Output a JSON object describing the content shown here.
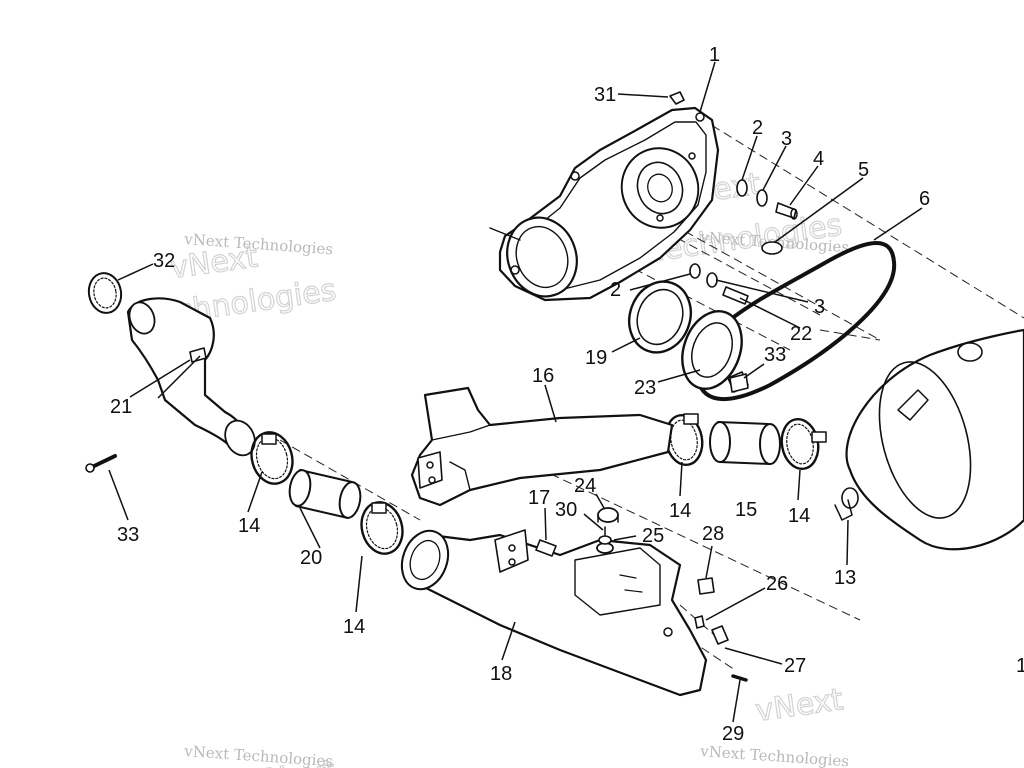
{
  "watermark": {
    "line1": "vNext Technologies",
    "line2": "vNext",
    "line3": "Technologies"
  },
  "callouts": [
    {
      "id": "c1",
      "label": "1"
    },
    {
      "id": "c31",
      "label": "31"
    },
    {
      "id": "c2a",
      "label": "2"
    },
    {
      "id": "c3a",
      "label": "3"
    },
    {
      "id": "c4",
      "label": "4"
    },
    {
      "id": "c5",
      "label": "5"
    },
    {
      "id": "c6",
      "label": "6"
    },
    {
      "id": "c32",
      "label": "32"
    },
    {
      "id": "c2b",
      "label": "2"
    },
    {
      "id": "c3b",
      "label": "3"
    },
    {
      "id": "c22",
      "label": "22"
    },
    {
      "id": "c19",
      "label": "19"
    },
    {
      "id": "c33a",
      "label": "33"
    },
    {
      "id": "c23",
      "label": "23"
    },
    {
      "id": "c16",
      "label": "16"
    },
    {
      "id": "c21",
      "label": "21"
    },
    {
      "id": "c14a",
      "label": "14"
    },
    {
      "id": "c15",
      "label": "15"
    },
    {
      "id": "c14b",
      "label": "14"
    },
    {
      "id": "c24",
      "label": "24"
    },
    {
      "id": "c17",
      "label": "17"
    },
    {
      "id": "c30",
      "label": "30"
    },
    {
      "id": "c25",
      "label": "25"
    },
    {
      "id": "c33b",
      "label": "33"
    },
    {
      "id": "c14c",
      "label": "14"
    },
    {
      "id": "c28",
      "label": "28"
    },
    {
      "id": "c13",
      "label": "13"
    },
    {
      "id": "c20",
      "label": "20"
    },
    {
      "id": "c26",
      "label": "26"
    },
    {
      "id": "c14d",
      "label": "14"
    },
    {
      "id": "c18",
      "label": "18"
    },
    {
      "id": "c27",
      "label": "27"
    },
    {
      "id": "c29",
      "label": "29"
    },
    {
      "id": "c1edge",
      "label": "1"
    }
  ]
}
